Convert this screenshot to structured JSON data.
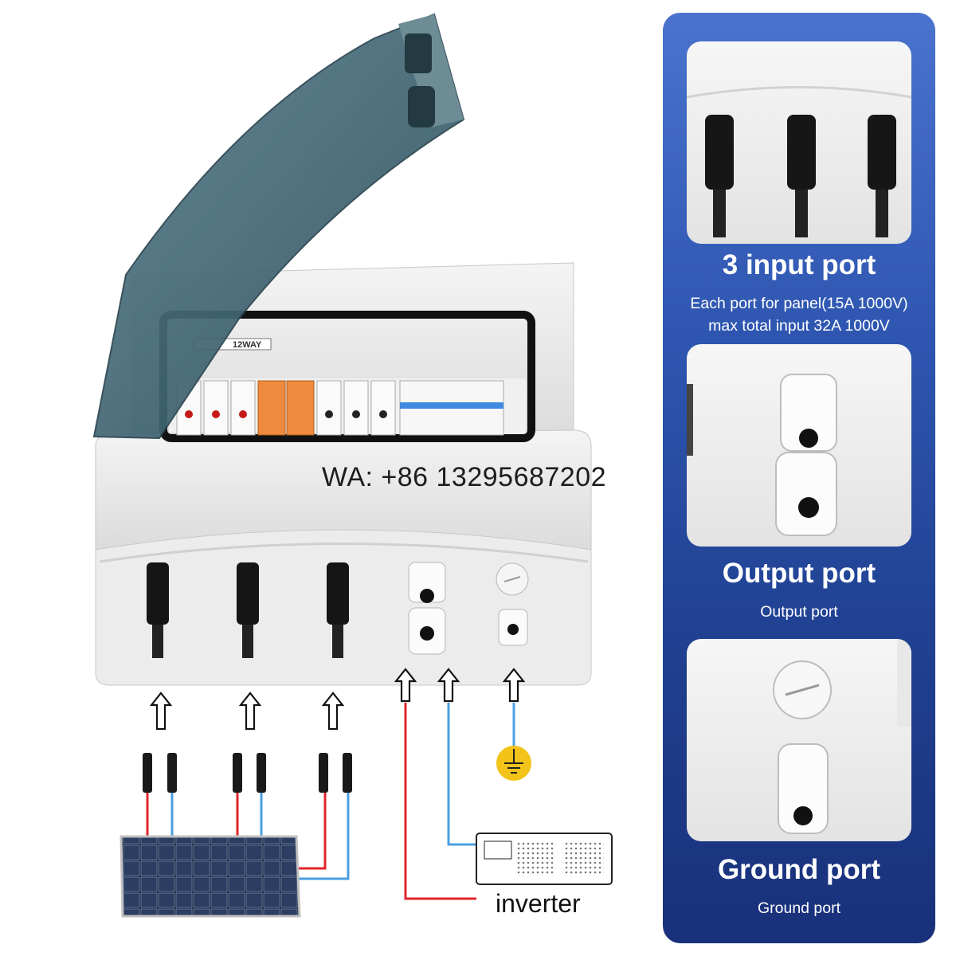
{
  "watermark": {
    "text": "WA:  +86 13295687202"
  },
  "product": {
    "way_label": "12WAY",
    "inverter_label": "inverter",
    "colors": {
      "positive_wire": "#e0262b",
      "negative_wire": "#4a9fe0",
      "ground_symbol": "#f2c318",
      "lid": "#3f6370"
    }
  },
  "features": [
    {
      "title": "3 input port",
      "desc_line1": "Each port for panel(15A 1000V)",
      "desc_line2": "max total input 32A 1000V",
      "icon": "mc4-connector-icon"
    },
    {
      "title": "Output port",
      "desc_line1": "Output port",
      "icon": "cable-gland-icon"
    },
    {
      "title": "Ground port",
      "desc_line1": "Ground port",
      "icon": "ground-gland-icon"
    }
  ],
  "panel": {
    "accent": "#2e56b0"
  }
}
